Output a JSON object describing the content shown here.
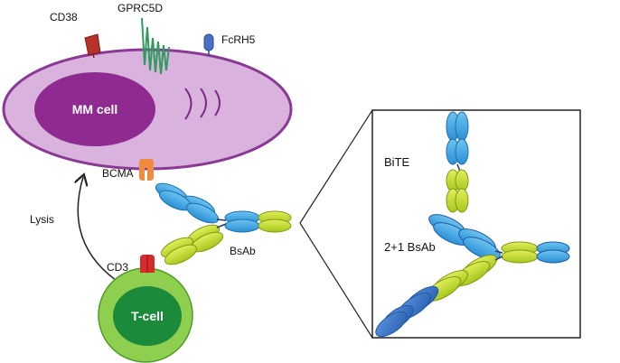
{
  "diagram": {
    "receptors": {
      "cd38": "CD38",
      "gprc5d": "GPRC5D",
      "fcrh5": "FcRH5",
      "bcma": "BCMA",
      "cd3": "CD3"
    },
    "cells": {
      "mm_cell": "MM cell",
      "t_cell": "T-cell"
    },
    "arrow_label": "Lysis",
    "antibody_label": "BsAb",
    "inset": {
      "bite_label": "BiTE",
      "two_plus_one_label": "2+1 BsAb"
    }
  },
  "colors": {
    "mm_outer_fill": "#d9b3dd",
    "mm_outer_stroke": "#8a3a94",
    "mm_nucleus": "#8e2a90",
    "cd38": "#b8322a",
    "gprc5d": "#2e9c5c",
    "fcrh5": "#4a6fc4",
    "bcma": "#f08a3c",
    "cd3": "#d62b2b",
    "tcell_outer": "#8fcf4f",
    "tcell_inner": "#1b8a3a",
    "antibody_blue": "#3ba4e2",
    "antibody_green": "#c6da2a",
    "antibody_dark_blue": "#3a76c6"
  }
}
